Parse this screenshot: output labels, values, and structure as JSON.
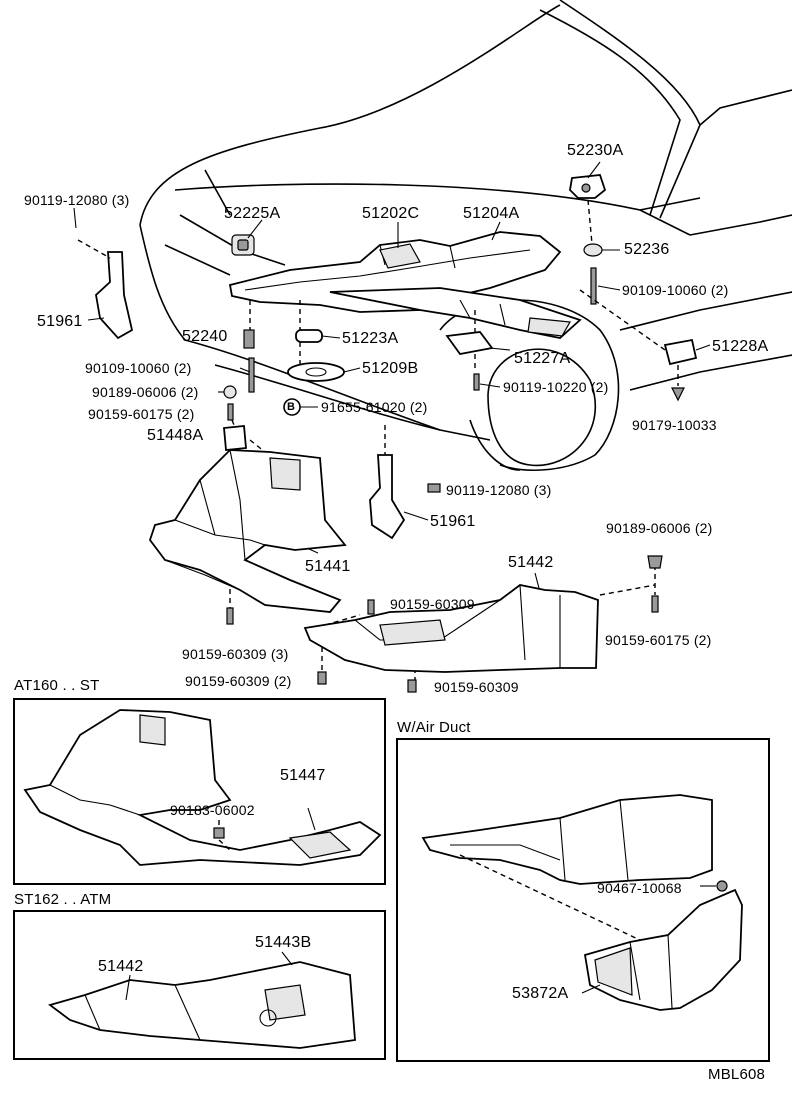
{
  "sections": {
    "at160": "AT160 . . ST",
    "st162": "ST162 . . ATM",
    "air_duct": "W/Air Duct"
  },
  "code": "MBL608",
  "labels": {
    "l90119_12080_3_top": "90119-12080 (3)",
    "l52225A": "52225A",
    "l51202C": "51202C",
    "l51204A": "51204A",
    "l52230A": "52230A",
    "l52236": "52236",
    "l90109_10060_2_right": "90109-10060 (2)",
    "l51961_left": "51961",
    "l52240": "52240",
    "l51223A": "51223A",
    "l90109_10060_2_left": "90109-10060 (2)",
    "l51209B": "51209B",
    "l51227A": "51227A",
    "l51228A": "51228A",
    "l90189_06006_2_left": "90189-06006 (2)",
    "l90119_10220_2": "90119-10220 (2)",
    "l90159_60175_2_left": "90159-60175 (2)",
    "l91655_61020_2": "91655-61020 (2)",
    "l90179_10033": "90179-10033",
    "l51448A": "51448A",
    "l90119_12080_3_mid": "90119-12080 (3)",
    "l51961_mid": "51961",
    "l51441": "51441",
    "l90189_06006_2_right": "90189-06006 (2)",
    "l51442_main": "51442",
    "l90159_60309_mid": "90159-60309",
    "l90159_60175_2_right": "90159-60175 (2)",
    "l90159_60309_3": "90159-60309 (3)",
    "l90159_60309_2": "90159-60309 (2)",
    "l90159_60309_bottom": "90159-60309",
    "l51447": "51447",
    "l90183_06002": "90183-06002",
    "l51443B": "51443B",
    "l51442_box": "51442",
    "l90467_10068": "90467-10068",
    "l53872A": "53872A",
    "b_marker": "B"
  }
}
